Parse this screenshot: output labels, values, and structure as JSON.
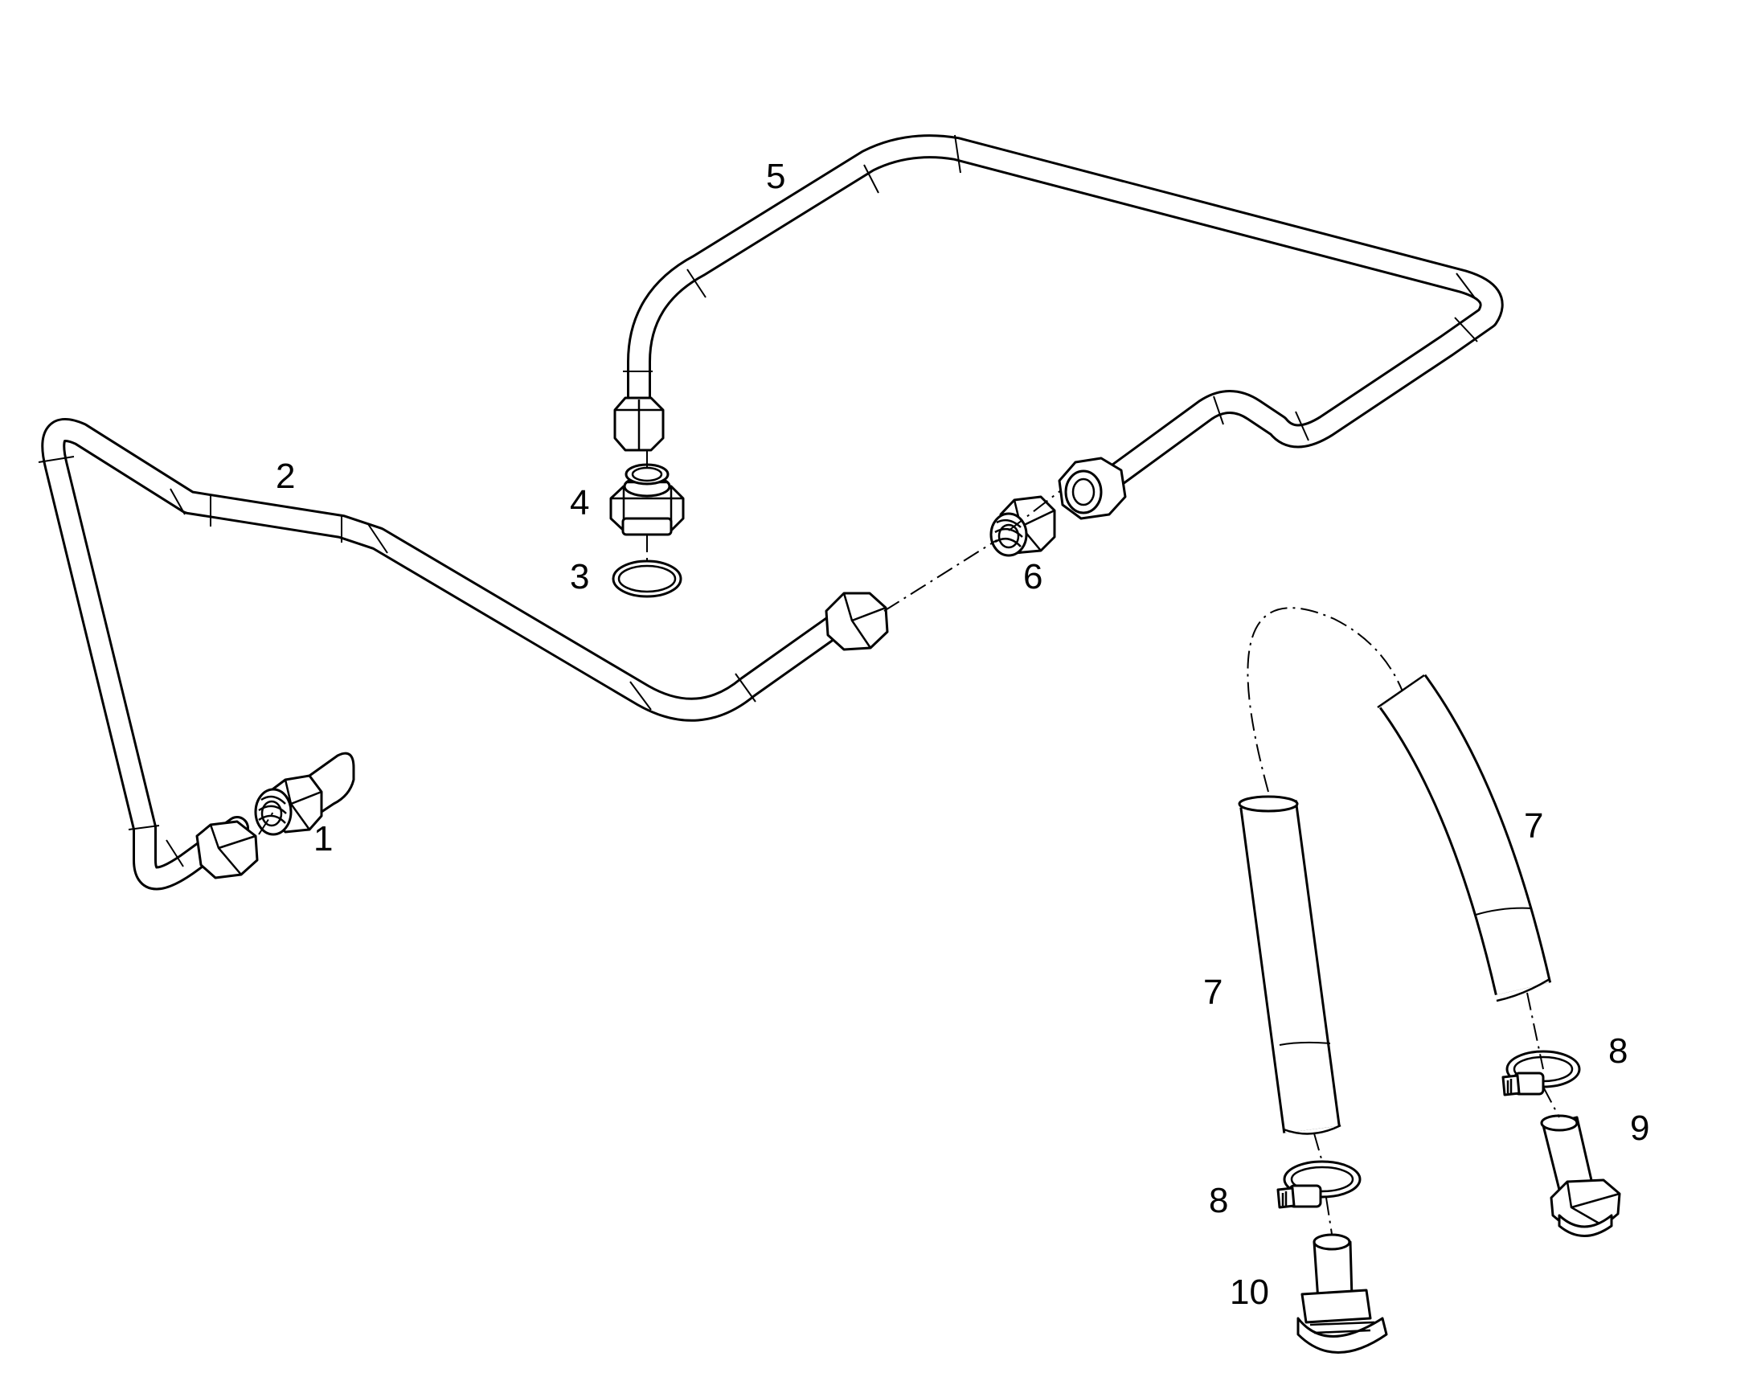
{
  "callouts": {
    "c1": "1",
    "c2": "2",
    "c3": "3",
    "c4": "4",
    "c5": "5",
    "c6": "6",
    "c7a": "7",
    "c7b": "7",
    "c8a": "8",
    "c8b": "8",
    "c9": "9",
    "c10": "10"
  }
}
